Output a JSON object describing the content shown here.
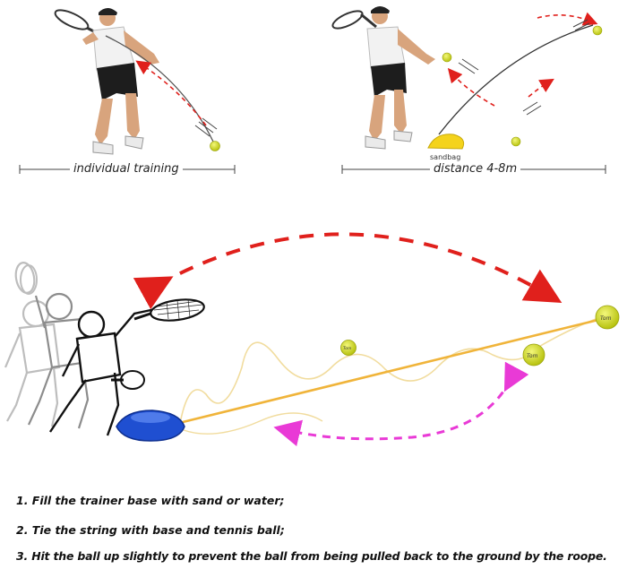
{
  "top_panels": {
    "left_caption": "individual training",
    "right_caption": "distance 4-8m",
    "sandbag_label": "sandbag"
  },
  "ball_logo": "Tom",
  "steps": [
    "1. Fill the trainer base with sand or water;",
    "2. Tie the string with base and tennis ball;",
    "3. Hit the ball up slightly to prevent the ball from being pulled back to the ground by the roope."
  ],
  "colors": {
    "ball": "#d9e21f",
    "rope": "#f0b43a",
    "red_arrow": "#e0201c",
    "magenta_arrow": "#e93ad6",
    "base": "#1f4fd1"
  }
}
